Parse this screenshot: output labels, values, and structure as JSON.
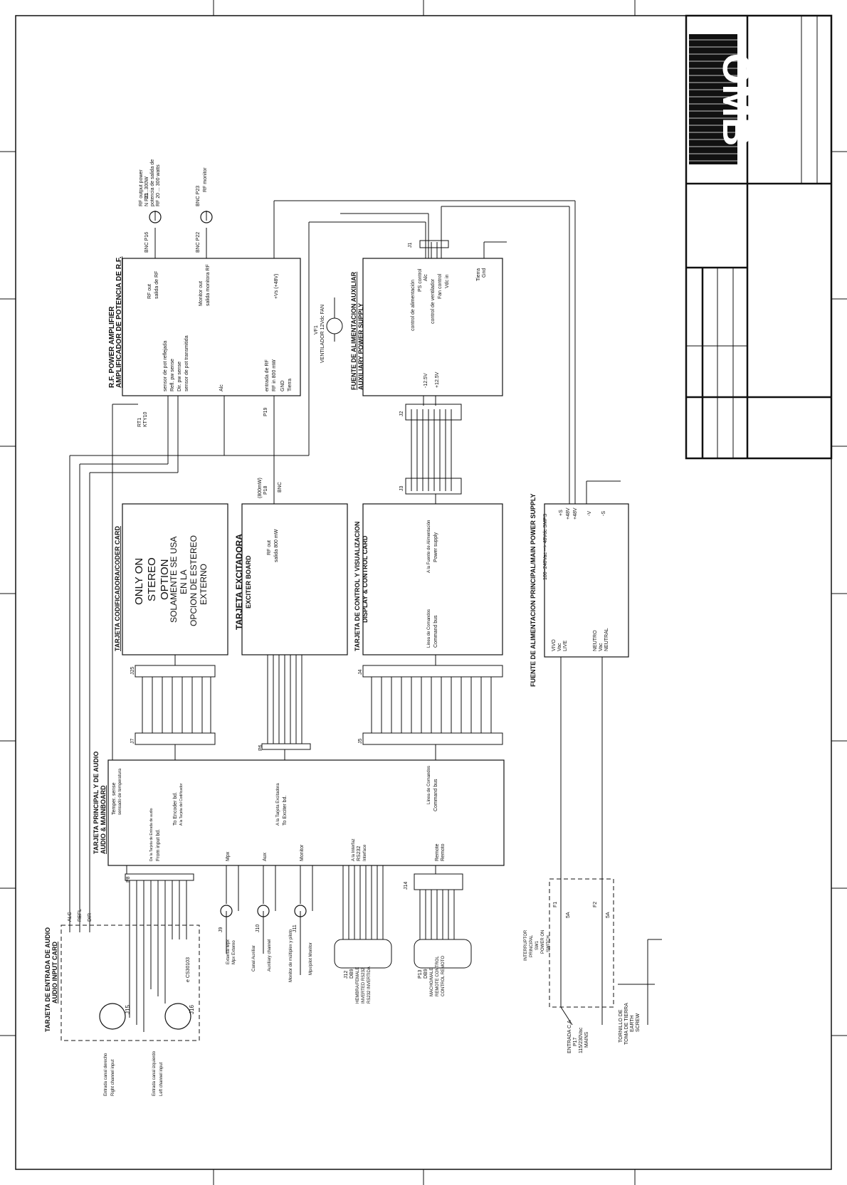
{
  "logo": {
    "text": "OMB"
  },
  "exciter_board": {
    "title_es": "TARJETA EXCITADORA",
    "title_en": "EXCITER BOARD",
    "rf_out_en": "RF out",
    "rf_out_es": "salida 800 mW",
    "level": "(800mW)",
    "p18": "P18",
    "bnc": "BNC",
    "p6": "P6"
  },
  "encoder_card": {
    "title": "TARJETA CODIFICADORA/CODER CARD",
    "note_en_1": "ONLY ON",
    "note_en_2": "STEREO",
    "note_en_3": "OPTION",
    "note_es_1": "SOLAMENTE SE USA",
    "note_es_2": "EN LA",
    "note_es_3": "OPCION DE ESTEREO",
    "note_es_4": "EXTERNO",
    "j25": "J25",
    "j7": "J7"
  },
  "control_card": {
    "title_es": "TARJETA DE CONTROL Y VISUALIZACION",
    "title_en": "DISPLAY & CONTROL CARD",
    "cmd_es": "Línea de Comandos",
    "cmd_en": "Command bus",
    "ps_es": "A la Fuente de Alimentación",
    "ps_en": "Power supply",
    "j4": "J4",
    "j5": "J5",
    "j3": "J3",
    "j2": "J2"
  },
  "rf_amp": {
    "title_en": "R.F. POWER AMPLIFIER",
    "title_es": "AMPLIFICADOR DE POTENCIA DE R.F.",
    "refl_es": "sensor de pot reflejada",
    "refl_en": "Refl. pw sense",
    "dir_en": "Dir. pw sense",
    "dir_es": "sensor de pot transmitida",
    "alc": "Alc",
    "rf_in_es": "entrada de RF",
    "rf_in_en": "RF in 800 mW",
    "gnd_en": "GND",
    "gnd_es": "Tierra",
    "rf_out_en": "RF out",
    "rf_out_es": "salida de RF",
    "mon_en": "Monitor out",
    "mon_es": "salida monitora RF",
    "vs": "+Vs (+48V)",
    "p19": "P19",
    "rt1_a": "RT1",
    "rt1_b": "KTY10",
    "p16": "BNC P16",
    "p22": "BNC P22",
    "rf_output_en": "RF output power",
    "rf_output_range": "20...300W",
    "rf_output_es": "potencia de salida de",
    "rf_output_es2": "RF 20 ... 300 watts",
    "rf_monitor": "RF monitor",
    "p21": "N P21",
    "p23": "BNC P23"
  },
  "aux_supply": {
    "title_es": "FUENTE DE ALIMENTACION AUXILIAR",
    "title_en": "AUXILIARY POWER SUPPLY",
    "fan_1": "VF1",
    "fan_2": "VENTILADOR 12Vdc FAN",
    "ps_ctrl_es": "control de alimentación",
    "ps_ctrl_en": "PS control",
    "alc": "Alc",
    "fan_ctrl_es": "control de ventilador",
    "fan_ctrl_en": "Fan control",
    "vdc_in": "Vdc in",
    "tierra": "Tierra",
    "gnd": "Gnd",
    "m12": "-12.5V",
    "p12": "+12.5V",
    "j1": "J1"
  },
  "main_board": {
    "title_es": "TARJETA PRINCIPAL Y DE AUDIO",
    "title_en": "AUDIO & MAINBOARD",
    "temp_en": "Temper. sense",
    "temp_es": "sensado de temperatura",
    "from_input_es": "De la Tarjeta de Entrada de audio",
    "from_input_en": "From input bd.",
    "to_encoder_en": "To Encoder bd.",
    "to_encoder_es": "A la Tarjeta del Codificador",
    "to_exciter_es": "A la Tarjeta Excitadora",
    "to_exciter_en": "To Exciter bd.",
    "cmd_es": "Línea de Comandos",
    "cmd_en": "Command bus",
    "mpx": "Mpx",
    "aux": "Aux",
    "monitor": "Monitor",
    "rs232_1": "A la Interfaz",
    "rs232_2": "RS232",
    "rs232_3": "Interface",
    "remote_1": "Remote",
    "remote_2": "Remoto",
    "p8": "P8",
    "j14": "J14"
  },
  "audio_input": {
    "title_es": "TARJETA DE ENTRADA DE AUDIO",
    "title_en": "AUDIO INPUT CARD",
    "alc": "ALC",
    "refl": "REFL",
    "dir": "DIR",
    "j15": "J15",
    "j16": "J16",
    "right_1": "Entrada canal derecho",
    "right_2": "Right channel input",
    "left_1": "Entrada canal izquierdo",
    "left_2": "Left channel input",
    "chip": "e CS30103"
  },
  "io_connectors": {
    "j9": "J9",
    "j10": "J10",
    "j11": "J11",
    "mpx_en": "External Mpx",
    "mpx_es": "Mpx Externo",
    "aux_es": "Canal Auxiliar",
    "aux_es2": "Auxiliary channel",
    "mon_es": "Monitor de múltiplex y piloto",
    "mon_en": "Mpx/pilot Monitor",
    "j12_1": "J12",
    "j12_2": "DB9",
    "j12_3": "HEMBRA/FEMALE",
    "j12_4": "INVERTED RS232",
    "j12_5": "RS232 INVERTIDA",
    "p13_1": "P13",
    "p13_2": "DB9",
    "p13_3": "MACHO/MALE",
    "p13_4": "REMOTE CONTROL",
    "p13_5": "CONTROL REMOTO"
  },
  "main_supply": {
    "title": "FUENTE DE ALIMENTACION PRINCIPAL/MAIN POWER SUPPLY",
    "smps": "100~240Vac --> 48Vdc SMPS",
    "vivo_1": "VIVO",
    "vivo_2": "Vac",
    "vivo_3": "LIVE",
    "neutro_1": "NEUTRO",
    "neutro_2": "Vac",
    "neutro_3": "NEUTRAL",
    "t1": "+S",
    "t2": "+48V",
    "t3": "+48V",
    "t4": "-V",
    "t5": "-S"
  },
  "mains": {
    "switch_1": "INTERRUPTOR",
    "switch_2": "PRINCIPAL",
    "switch_3": "SW1",
    "switch_4": "POWER ON",
    "switch_5": "SWITCH",
    "f1": "F1",
    "f2": "F2",
    "f_rating": "5A",
    "entrada_1": "ENTRADA C.A",
    "entrada_2": "P17",
    "entrada_3": "115/230Vac",
    "entrada_4": "MAINS",
    "earth_1": "TORNILLO DE",
    "earth_2": "TOMA DE TIERRA",
    "earth_3": "EARTH",
    "earth_4": "SCREW"
  }
}
